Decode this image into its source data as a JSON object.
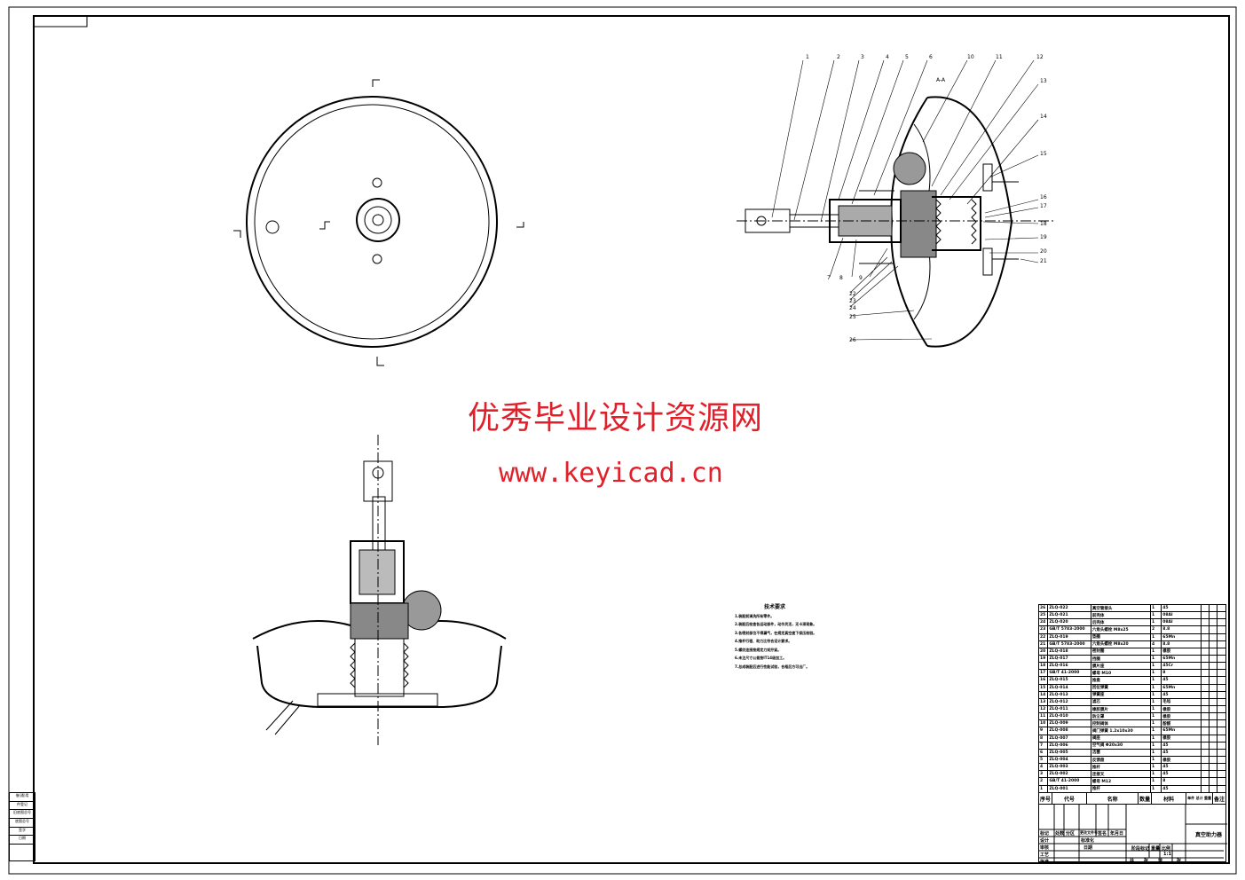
{
  "watermark": {
    "title": "优秀毕业设计资源网",
    "url": "www.keyicad.cn"
  },
  "views": {
    "section_label": "A-A",
    "balloons": [
      "1",
      "2",
      "3",
      "4",
      "5",
      "6",
      "10",
      "11",
      "12",
      "13",
      "14",
      "15",
      "16",
      "17",
      "18",
      "19",
      "20",
      "21",
      "7",
      "8",
      "9",
      "22",
      "23",
      "24",
      "25",
      "26"
    ]
  },
  "notes": {
    "title": "技术要求",
    "lines": [
      "1.装配前清洗所有零件。",
      "2.装配后检查各运动部件，动作灵活，无卡滞现象。",
      "3.各密封部位不得漏气，在规定真空度下保压检验。",
      "4.推杆行程、助力比符合设计要求。",
      "5.螺纹连接按规定力矩拧紧。",
      "6.未注尺寸公差按IT14级加工。",
      "7.总成装配后进行性能试验，合格后方可出厂。"
    ]
  },
  "bom": {
    "rows": [
      [
        "26",
        "ZLQ-022",
        "真空管接头",
        "1",
        "45"
      ],
      [
        "25",
        "ZLQ-021",
        "前壳体",
        "1",
        "08Al"
      ],
      [
        "24",
        "ZLQ-020",
        "后壳体",
        "1",
        "08Al"
      ],
      [
        "23",
        "GB/T 5783-2000",
        "六角头螺栓 M8x25",
        "2",
        "8.8"
      ],
      [
        "22",
        "ZLQ-019",
        "垫圈",
        "1",
        "65Mn"
      ],
      [
        "21",
        "GB/T 5783-2000",
        "六角头螺栓 M8x20",
        "4",
        "8.8"
      ],
      [
        "20",
        "ZLQ-018",
        "密封圈",
        "1",
        "橡胶"
      ],
      [
        "19",
        "ZLQ-017",
        "挡圈",
        "1",
        "65Mn"
      ],
      [
        "18",
        "ZLQ-016",
        "膜片座",
        "1",
        "45Cr"
      ],
      [
        "17",
        "GB/T 41-2000",
        "螺母 M10",
        "1",
        "8"
      ],
      [
        "16",
        "ZLQ-015",
        "推盘",
        "1",
        "45"
      ],
      [
        "15",
        "ZLQ-014",
        "回位弹簧",
        "1",
        "65Mn"
      ],
      [
        "14",
        "ZLQ-013",
        "弹簧座",
        "1",
        "45"
      ],
      [
        "13",
        "ZLQ-012",
        "滤芯",
        "1",
        "毛毡"
      ],
      [
        "12",
        "ZLQ-011",
        "橡胶膜片",
        "1",
        "橡胶"
      ],
      [
        "11",
        "ZLQ-010",
        "防尘罩",
        "1",
        "橡胶"
      ],
      [
        "10",
        "ZLQ-009",
        "控制阀体",
        "1",
        "酚醛"
      ],
      [
        "9",
        "ZLQ-008",
        "阀门弹簧 1.2x10x30",
        "1",
        "65Mn"
      ],
      [
        "8",
        "ZLQ-007",
        "阀座",
        "1",
        "橡胶"
      ],
      [
        "7",
        "ZLQ-006",
        "空气阀 Φ20x30",
        "1",
        "45"
      ],
      [
        "6",
        "ZLQ-005",
        "活塞",
        "1",
        "45"
      ],
      [
        "5",
        "ZLQ-004",
        "反馈盘",
        "1",
        "橡胶"
      ],
      [
        "4",
        "ZLQ-003",
        "推杆",
        "1",
        "45"
      ],
      [
        "3",
        "ZLQ-002",
        "连接叉",
        "1",
        "45"
      ],
      [
        "2",
        "GB/T 41-2000",
        "螺母 M12",
        "1",
        "8"
      ],
      [
        "1",
        "ZLQ-001",
        "推杆",
        "1",
        "45"
      ]
    ],
    "headers": [
      "序号",
      "代号",
      "名称",
      "数量",
      "材料",
      "单件 总计 重量",
      "备注"
    ]
  },
  "title_block": {
    "rev_headers": [
      "标记",
      "处数",
      "分区",
      "更改文件号",
      "签名",
      "年月日"
    ],
    "roles": [
      "设计",
      "审核",
      "工艺",
      "批准"
    ],
    "std": "标准化",
    "date_lbl": "日期",
    "stage": "阶段标记",
    "weight": "重量",
    "scale": "比例",
    "scale_val": "1:1",
    "sheet": [
      "共",
      "张",
      "第",
      "张"
    ],
    "drawing_title": "真空助力器"
  },
  "stamp": [
    "借(通)用",
    "件登记",
    "旧底图总号",
    "底图总号",
    "签字",
    "日期"
  ]
}
